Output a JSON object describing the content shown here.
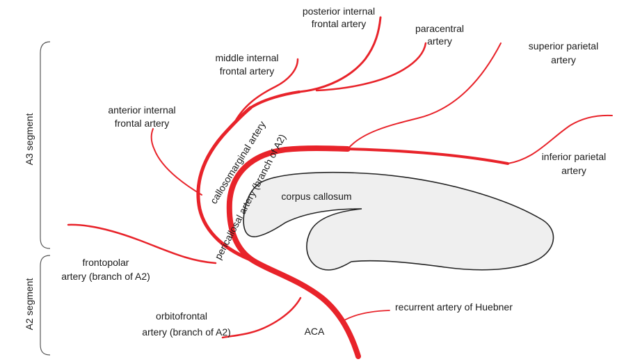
{
  "colors": {
    "artery": "#e8232a",
    "callosum_fill": "#efefef",
    "callosum_stroke": "#222222",
    "text": "#1a1a1a",
    "bracket": "#555555"
  },
  "segments": {
    "a3": "A3 segment",
    "a2": "A2 segment"
  },
  "labels": {
    "posterior_internal_frontal_1": "posterior internal",
    "posterior_internal_frontal_2": "frontal artery",
    "paracentral_1": "paracentral",
    "paracentral_2": "artery",
    "superior_parietal_1": "superior parietal",
    "superior_parietal_2": "artery",
    "middle_internal_frontal_1": "middle internal",
    "middle_internal_frontal_2": "frontal artery",
    "anterior_internal_frontal_1": "anterior internal",
    "anterior_internal_frontal_2": "frontal artery",
    "inferior_parietal_1": "inferior parietal",
    "inferior_parietal_2": "artery",
    "corpus_callosum": "corpus callosum",
    "callosomarginal": "callosomarginal artery",
    "pericallosal": "pericallosal artery (branch of A2)",
    "frontopolar_1": "frontopolar",
    "frontopolar_2": "artery (branch of A2)",
    "orbitofrontal_1": "orbitofrontal",
    "orbitofrontal_2": "artery (branch of A2)",
    "recurrent_huebner": "recurrent artery of Huebner",
    "aca": "ACA"
  }
}
